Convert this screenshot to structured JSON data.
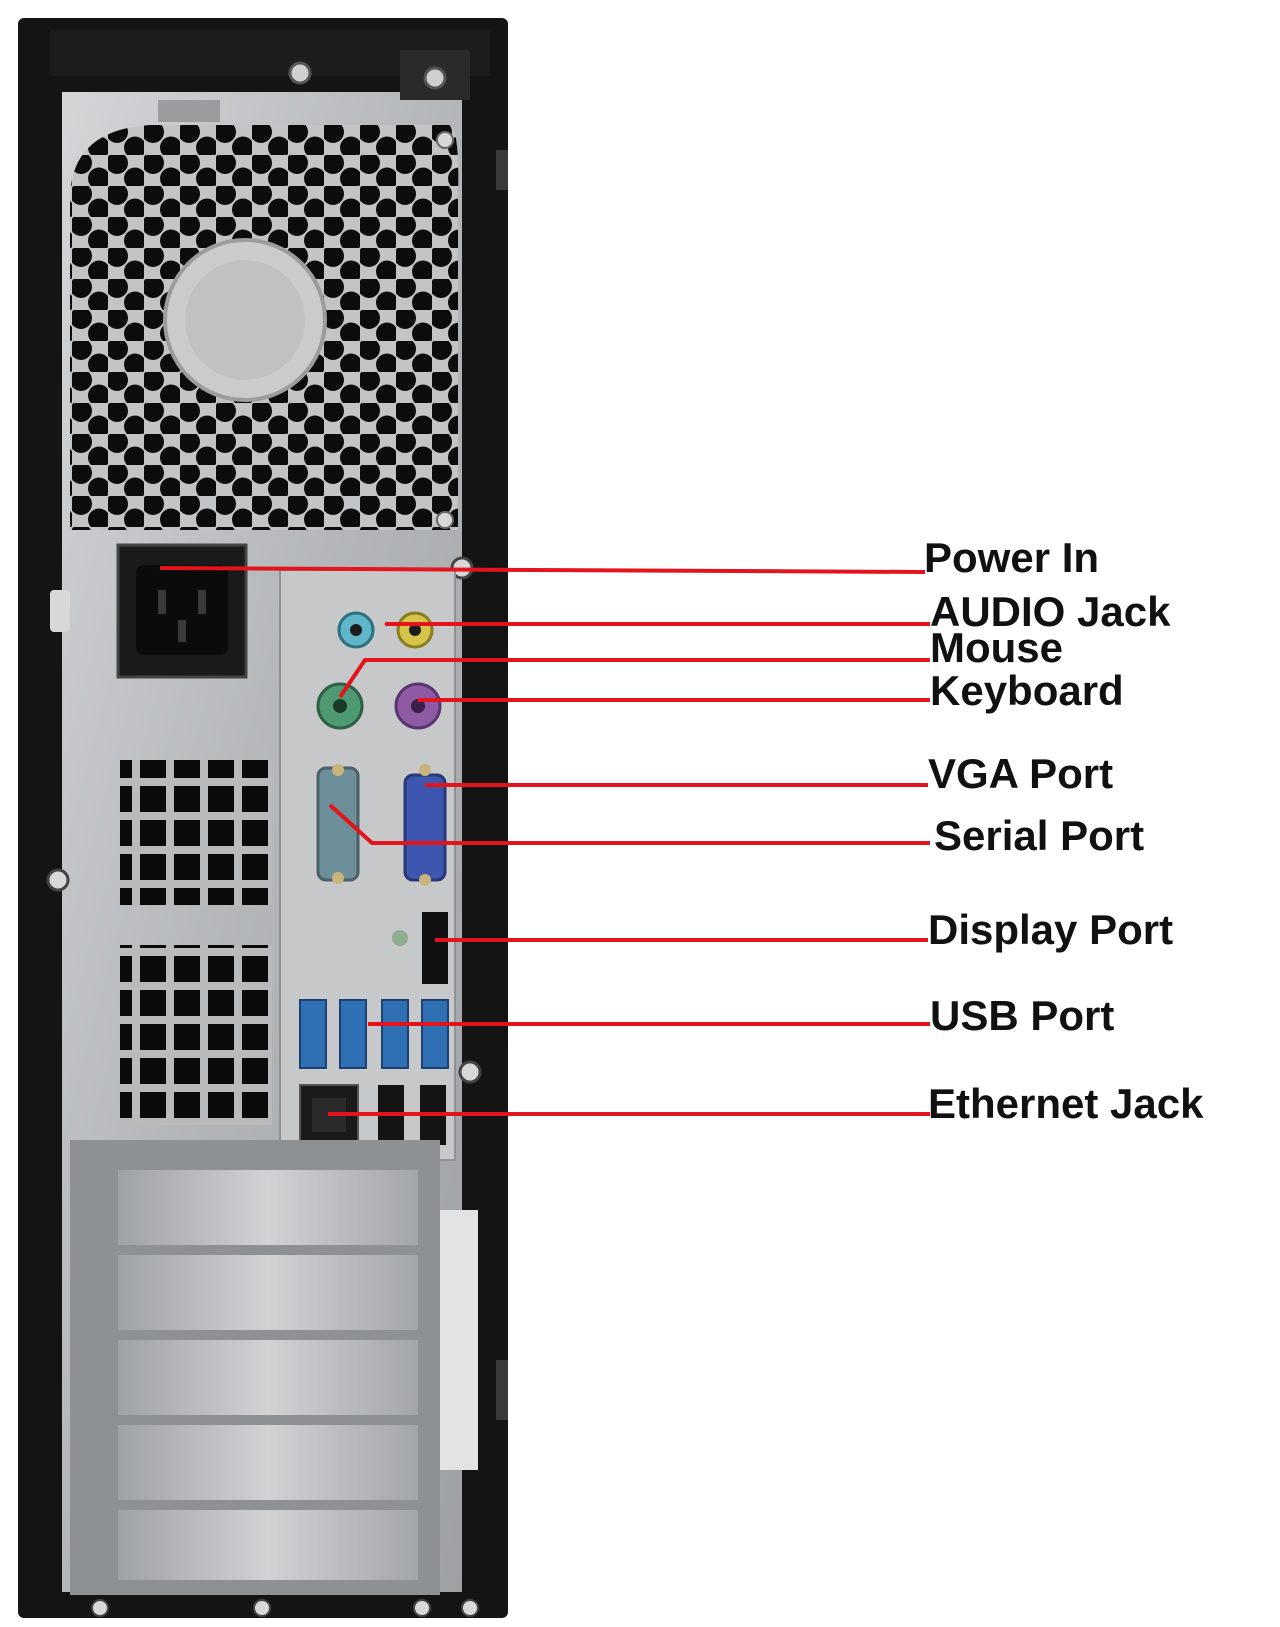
{
  "labels": [
    {
      "id": "power-in",
      "text": "Power In"
    },
    {
      "id": "audio-jack",
      "text": "AUDIO Jack"
    },
    {
      "id": "mouse",
      "text": "Mouse"
    },
    {
      "id": "keyboard",
      "text": "Keyboard"
    },
    {
      "id": "vga-port",
      "text": "VGA Port"
    },
    {
      "id": "serial-port",
      "text": "Serial Port"
    },
    {
      "id": "display-port",
      "text": "Display Port"
    },
    {
      "id": "usb-port",
      "text": "USB Port"
    },
    {
      "id": "ethernet-jack",
      "text": "Ethernet Jack"
    }
  ],
  "colors": {
    "leader_line": "#e3141b",
    "case_black": "#141414",
    "panel_metal": "#b9bcbf",
    "audio_blue": "#5fb6c9",
    "audio_yellow": "#d6c44a",
    "ps2_green": "#4f9a72",
    "ps2_purple": "#8d5aa3",
    "vga_blue": "#3d57b0",
    "usb_blue": "#2f6fb4"
  }
}
